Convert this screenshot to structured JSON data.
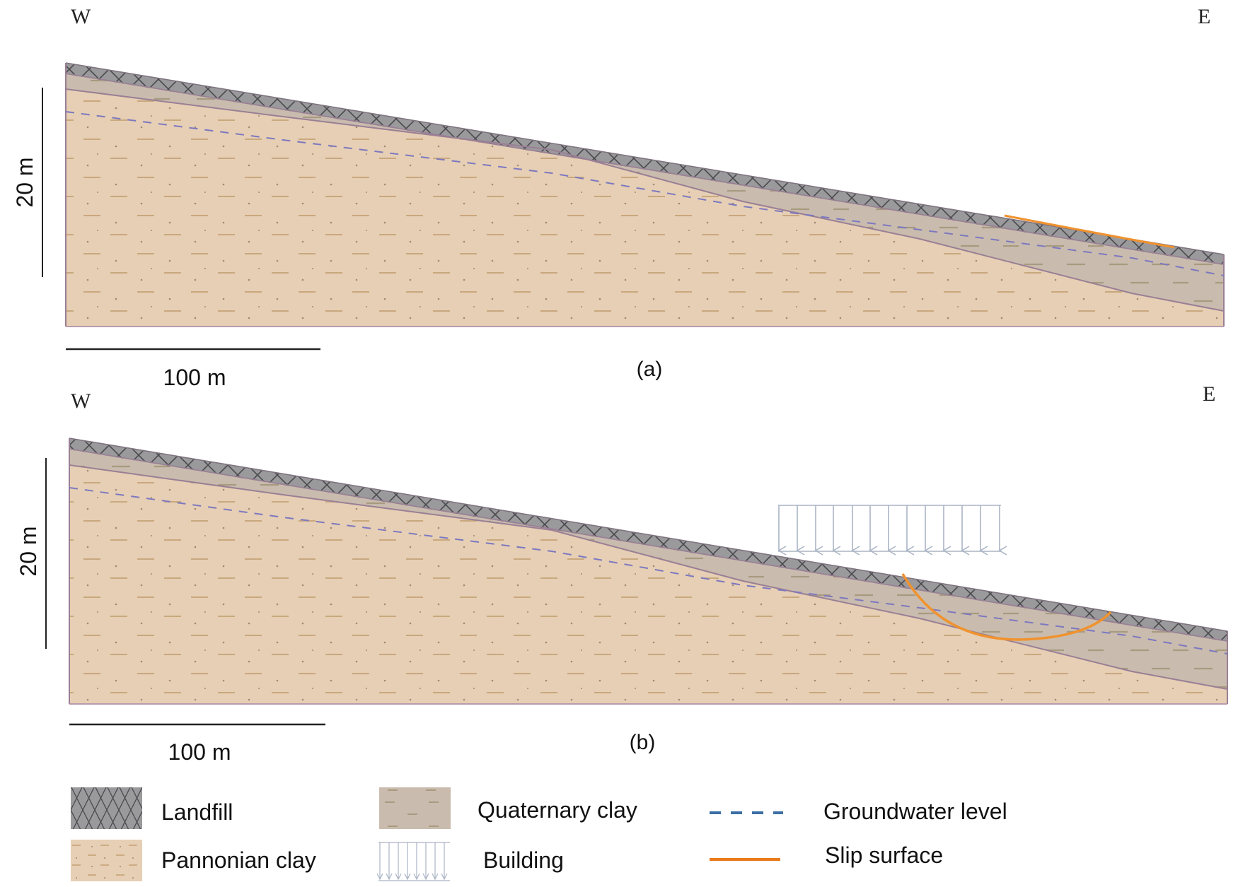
{
  "figure": {
    "panels": [
      {
        "id": "a",
        "caption": "(a)",
        "west_label": "W",
        "east_label": "E",
        "vertical_scale_label": "20 m",
        "horizontal_scale_label": "100 m",
        "has_building_load": false,
        "slip_surface": "shallow planar slip along landfill surface near east end"
      },
      {
        "id": "b",
        "caption": "(b)",
        "west_label": "W",
        "east_label": "E",
        "vertical_scale_label": "20 m",
        "horizontal_scale_label": "100 m",
        "has_building_load": true,
        "building_arrow_count": 13,
        "slip_surface": "deep circular slip beneath building load"
      }
    ],
    "legend": {
      "items": [
        {
          "key": "landfill",
          "label": "Landfill",
          "icon": "crosshatch-swatch-icon"
        },
        {
          "key": "quaternary",
          "label": "Quaternary clay",
          "icon": "dash-pattern-swatch-icon"
        },
        {
          "key": "groundwater",
          "label": "Groundwater level",
          "icon": "dashed-line-icon"
        },
        {
          "key": "pannonian",
          "label": "Pannonian clay",
          "icon": "dot-dash-swatch-icon"
        },
        {
          "key": "building",
          "label": "Building",
          "icon": "load-arrows-icon"
        },
        {
          "key": "slip",
          "label": "Slip surface",
          "icon": "solid-line-icon"
        }
      ]
    },
    "colors": {
      "landfill_fill": "#9a9a9c",
      "landfill_hatch": "#4a4a4e",
      "quaternary_fill": "#c9bcae",
      "quaternary_dash": "#a89a80",
      "pannonian_fill": "#e6cfb4",
      "pannonian_dash": "#c9a87e",
      "boundary_line": "#9a7f95",
      "groundwater_line": "#7d78c0",
      "groundwater_legend": "#3a6ea5",
      "slip_surface": "#f0922e",
      "slip_legend": "#e97a1c",
      "building_arrows": "#aab4c4"
    }
  }
}
